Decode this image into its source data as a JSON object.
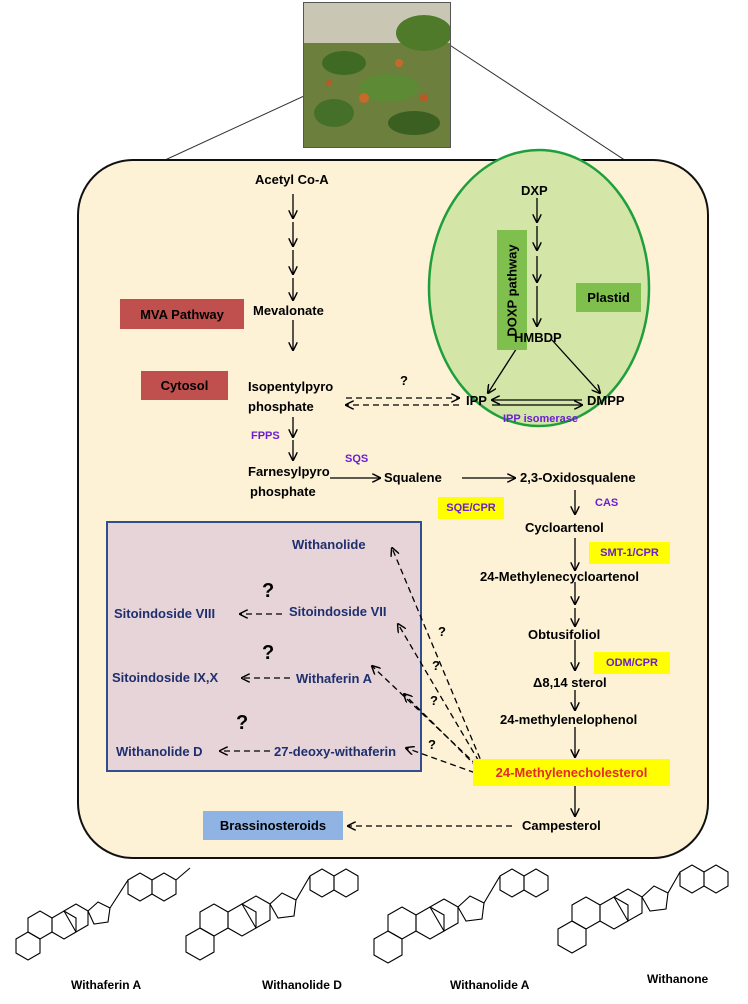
{
  "colors": {
    "cell_fill": "#fdf1d6",
    "plastid_fill": "#d3e6a8",
    "plastid_border": "#1f9e3c",
    "red_tag": "#c0504d",
    "green_tag": "#7fbf4d",
    "yellow_tag": "#ffff00",
    "purple_box": "#e6d4d9",
    "navy_border": "#2f4f8f",
    "brass_tag": "#8fb4e3",
    "enzyme_text": "#6a1fd0",
    "navy_text": "#1f2f6e",
    "key_text": "#e32b2b"
  },
  "compartments": {
    "mva": "MVA Pathway",
    "cytosol": "Cytosol",
    "doxp": "DOXP pathway",
    "plastid": "Plastid"
  },
  "metabolites": {
    "acetyl": "Acetyl Co-A",
    "mevalonate": "Mevalonate",
    "isopentyl_1": "Isopentylpyro",
    "isopentyl_2": "phosphate",
    "farnesyl_1": "Farnesylpyro",
    "farnesyl_2": "phosphate",
    "squalene": "Squalene",
    "oxidosqualene": "2,3-Oxidosqualene",
    "cycloartenol": "Cycloartenol",
    "methylenecycloartenol": "24-Methylenecycloartenol",
    "obtusifoliol": "Obtusifoliol",
    "sterol": "Δ8,14 sterol",
    "methylenelophenol": "24-methylenelophenol",
    "methylenecholesterol": "24-Methylenecholesterol",
    "campesterol": "Campesterol",
    "brassinosteroids": "Brassinosteroids",
    "dxp": "DXP",
    "hmbdp": "HMBDP",
    "ipp": "IPP",
    "dmpp": "DMPP"
  },
  "enzymes": {
    "fpps": "FPPS",
    "sqs": "SQS",
    "sqe_cpr": "SQE/CPR",
    "cas": "CAS",
    "smt1_cpr": "SMT-1/CPR",
    "odm_cpr": "ODM/CPR",
    "ipp_isomerase": "IPP isomerase"
  },
  "withanolides": {
    "withanolide": "Withanolide",
    "sitoindoside_viii": "Sitoindoside VIII",
    "sitoindoside_vii": "Sitoindoside VII",
    "sitoindoside_ix_x": "Sitoindoside  IX,X",
    "withaferin_a": "Withaferin A",
    "withanolide_d": "Withanolide D",
    "deoxy_withaferin": "27-deoxy-withaferin"
  },
  "question_mark": "?",
  "compound_names": [
    "Withaferin A",
    "Withanolide D",
    "Withanolide A",
    "Withanone"
  ]
}
